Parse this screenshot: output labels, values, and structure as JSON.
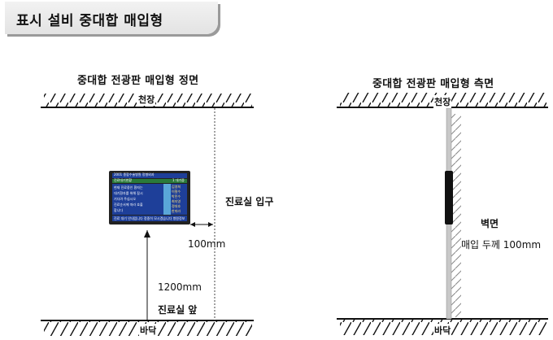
{
  "header": {
    "title": "표시 설비 중대합 매입형"
  },
  "front": {
    "caption": "중대합 전광판 매입형 정면",
    "ceiling": "천장",
    "floor": "바닥",
    "entrance": "진료실 입구",
    "offset": "100mm",
    "height": "1200mm",
    "front_of_room": "진료실 앞",
    "screen": {
      "header_text": "2001  종합수술병원 정형외과  ",
      "sub_header": "진료대기현황",
      "badge": "1 대기중",
      "lines": [
        "현재 진료중인 환자는",
        "대기환자를 위해 잠시",
        "기다려 주십시오",
        "진료순서에 따라 호출",
        "합니다"
      ],
      "names": [
        "김영희",
        "이철수",
        "박민수",
        "최지영",
        "정대호",
        "한미라"
      ],
      "ticker": "진료 대기 안내입니다  정중히 모시겠습니다  병원정보"
    }
  },
  "side": {
    "caption": "중대합 전광판 매입형 측면",
    "ceiling": "천장",
    "floor": "바닥",
    "wall": "벽면",
    "depth": "매입 두께 100mm"
  },
  "colors": {
    "screen_bg": "#1e3f99",
    "screen_frame": "#222222",
    "screen_green": "#2a7a3a",
    "screen_pillar": "#5aa6d8"
  }
}
